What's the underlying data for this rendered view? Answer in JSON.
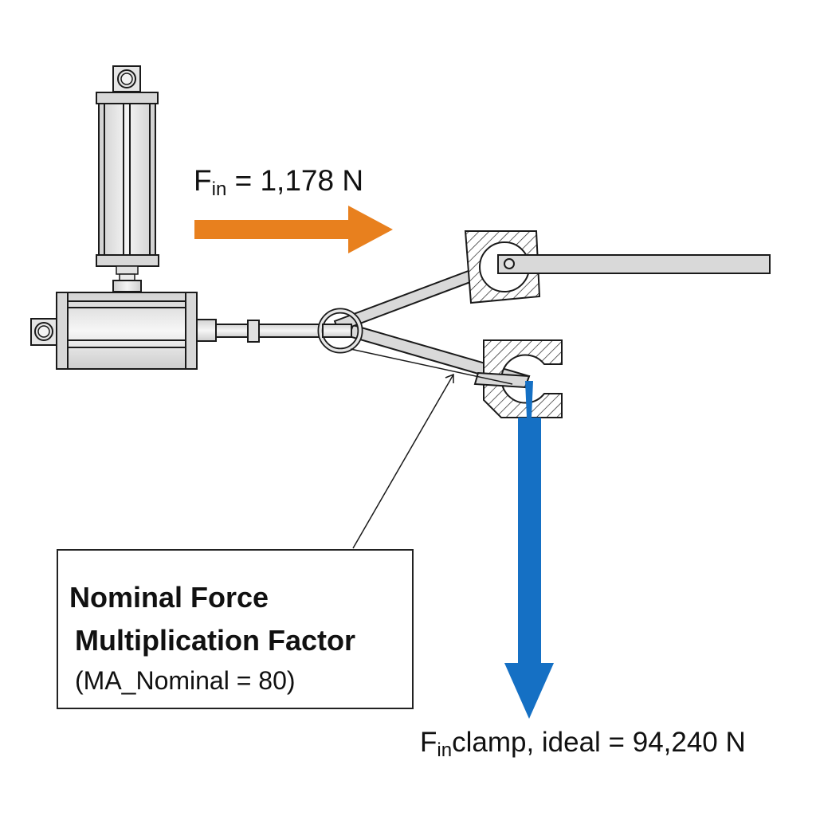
{
  "diagram": {
    "title": "Toggle clamp force multiplication",
    "input_force": {
      "symbol": "F",
      "subscript": "in",
      "rest": " = 1,178 N",
      "value_N": 1178,
      "arrow_color": "#E8801E",
      "direction": "right"
    },
    "output_force": {
      "symbol": "F",
      "subscript": "in",
      "rest": "clamp, ideal = 94,240 N",
      "value_N": 94240,
      "arrow_color": "#1570C4",
      "direction": "down"
    },
    "callout": {
      "line1": "Nominal Force",
      "line2": "Multiplication Factor",
      "line3": "(MA_Nominal = 80)",
      "ma_nominal": 80
    },
    "components": {
      "vertical_cylinder": "pneumatic-cylinder-vertical",
      "horizontal_cylinder": "pneumatic-cylinder-horizontal",
      "piston_rod": "piston-rod",
      "toggle_joint": "toggle-pin-joint",
      "upper_link": "upper-toggle-link",
      "lower_link": "lower-toggle-link",
      "upper_pivot": "fixed-pivot-upper",
      "lower_pivot": "fixed-pivot-lower",
      "clamp_arm": "clamp-arm"
    },
    "colors": {
      "metal_fill": "#DCDCDC",
      "outline": "#1a1a1a"
    }
  }
}
